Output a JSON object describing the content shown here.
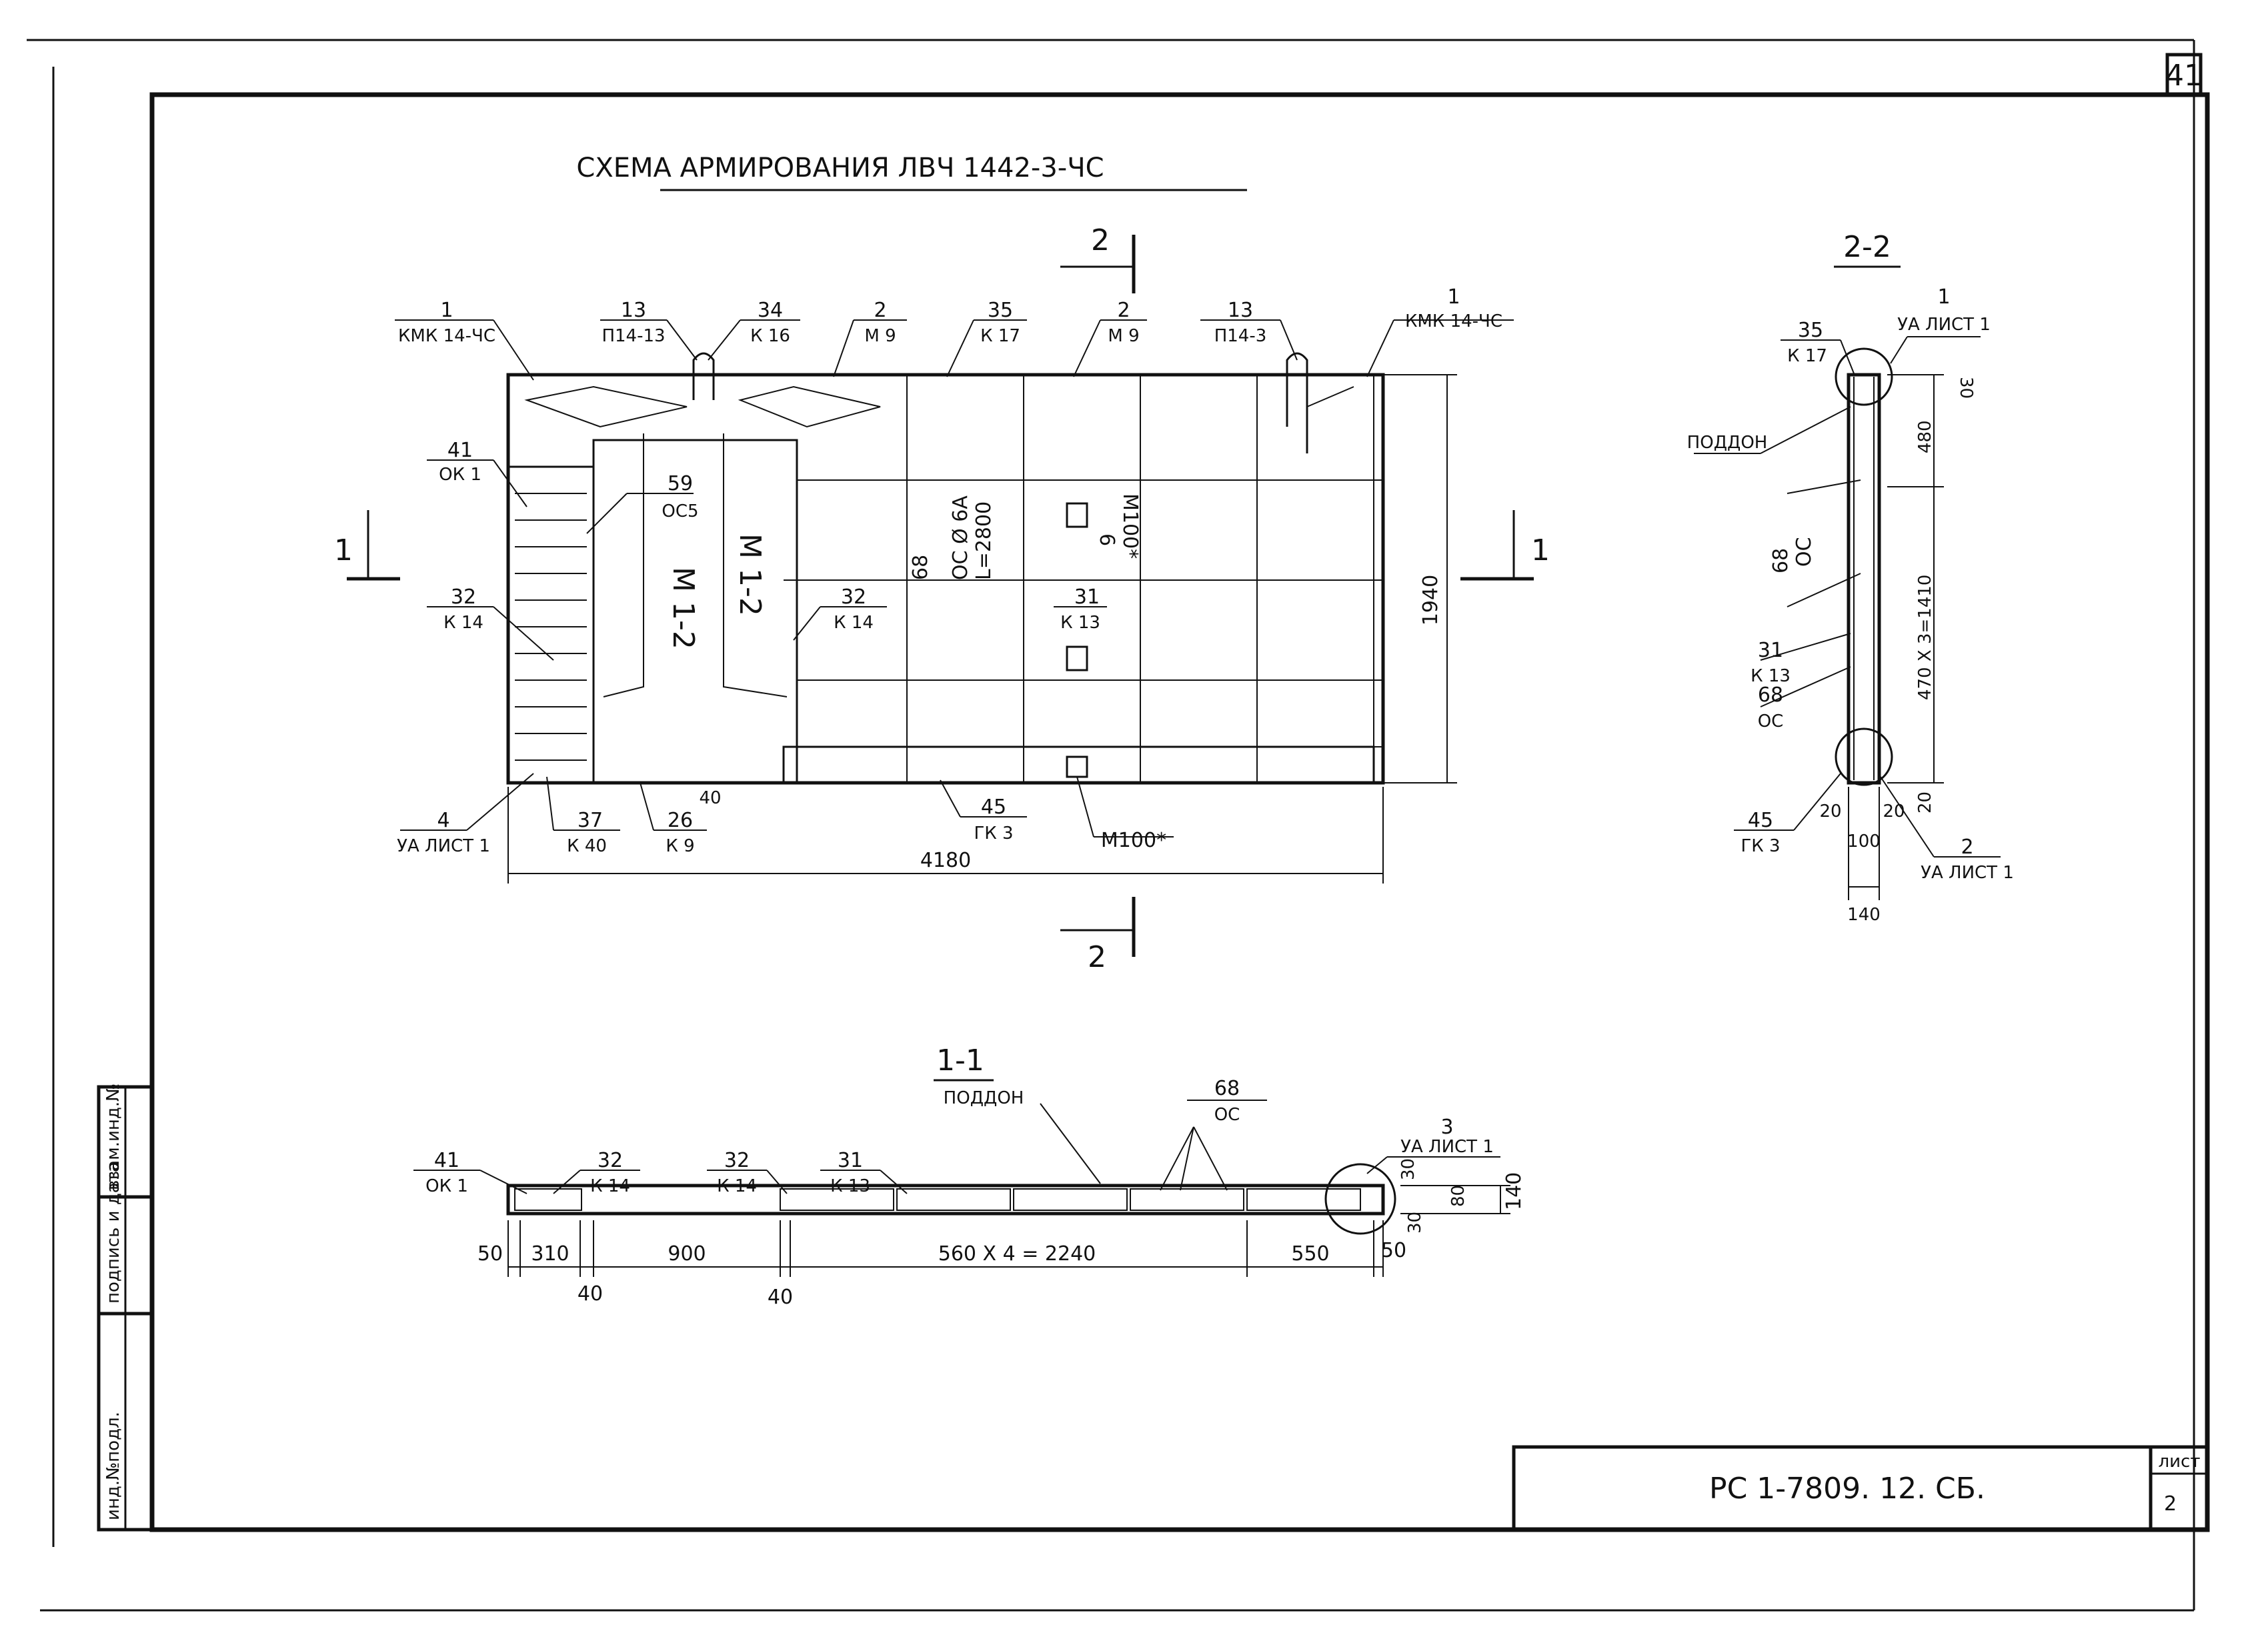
{
  "sheet_number_corner": "41",
  "title": "СХЕМА АРМИРОВАНИЯ ЛВЧ 1442-3-ЧС",
  "section_marks": {
    "s1": "1",
    "s2": "2"
  },
  "plan": {
    "callouts": [
      {
        "num": "1",
        "code": "КМК 14-ЧС"
      },
      {
        "num": "13",
        "code": "П14-13"
      },
      {
        "num": "34",
        "code": "К 16"
      },
      {
        "num": "2",
        "code": "М 9"
      },
      {
        "num": "35",
        "code": "К 17"
      },
      {
        "num": "2",
        "code": "М 9"
      },
      {
        "num": "13",
        "code": "П14-3"
      },
      {
        "num": "1",
        "code": "КМК 14-ЧС"
      },
      {
        "num": "41",
        "code": "ОК 1"
      },
      {
        "num": "59",
        "code": "ОС5"
      },
      {
        "num": "32",
        "code": "К 14"
      },
      {
        "num": "32",
        "code": "К 14"
      },
      {
        "num": "31",
        "code": "К 13"
      },
      {
        "num": "4",
        "code": "УА ЛИСТ 1"
      },
      {
        "num": "37",
        "code": "К 40"
      },
      {
        "num": "26",
        "code": "К 9"
      },
      {
        "num": "45",
        "code": "ГК 3"
      }
    ],
    "mesh_left": "М 1-2",
    "mesh_right": "М 1-2",
    "mesh_m100_num": "6",
    "mesh_m100": "М100*",
    "mesh_m100_bottom": "М100*",
    "bar_label_num": "68",
    "bar_label_1": "ОС Ø 6А",
    "bar_label_2": "L=2800",
    "dim_width": "4180",
    "dim_height": "1940",
    "dim_small": "40"
  },
  "section22": {
    "title": "2-2",
    "callouts": [
      {
        "num": "35",
        "code": "К 17"
      },
      {
        "num": "1",
        "code": "УА ЛИСТ 1"
      },
      {
        "num": "",
        "code": "ПОДДОН"
      },
      {
        "num": "68",
        "code": "ОС"
      },
      {
        "num": "31",
        "code": "К 13"
      },
      {
        "num": "68",
        "code": "ОС"
      },
      {
        "num": "45",
        "code": "ГК 3"
      },
      {
        "num": "2",
        "code": "УА ЛИСТ 1"
      }
    ],
    "dims": {
      "d30": "30",
      "d480": "480",
      "d1410": "470 X 3=1410",
      "d20a": "20",
      "d20b": "20",
      "d20c": "20",
      "d100": "100",
      "d140": "140"
    }
  },
  "section11": {
    "title": "1-1",
    "subtitle": "ПОДДОН",
    "callouts": [
      {
        "num": "41",
        "code": "ОК 1"
      },
      {
        "num": "32",
        "code": "К 14"
      },
      {
        "num": "32",
        "code": "К 14"
      },
      {
        "num": "31",
        "code": "К 13"
      },
      {
        "num": "68",
        "code": "ОС"
      },
      {
        "num": "3",
        "code": "УА ЛИСТ 1"
      }
    ],
    "dims": [
      "50",
      "310",
      "900",
      "560 X 4 = 2240",
      "550",
      "50"
    ],
    "dims_below": [
      "40",
      "40"
    ],
    "dims_right": [
      "30",
      "80",
      "30",
      "140"
    ]
  },
  "side_stamp": [
    "инд.№подл.",
    "подпись и дата",
    "взам.инд.№"
  ],
  "title_block": {
    "code": "РС 1-7809.   12. СБ.",
    "sheet_label": "лист",
    "sheet_num": "2"
  }
}
